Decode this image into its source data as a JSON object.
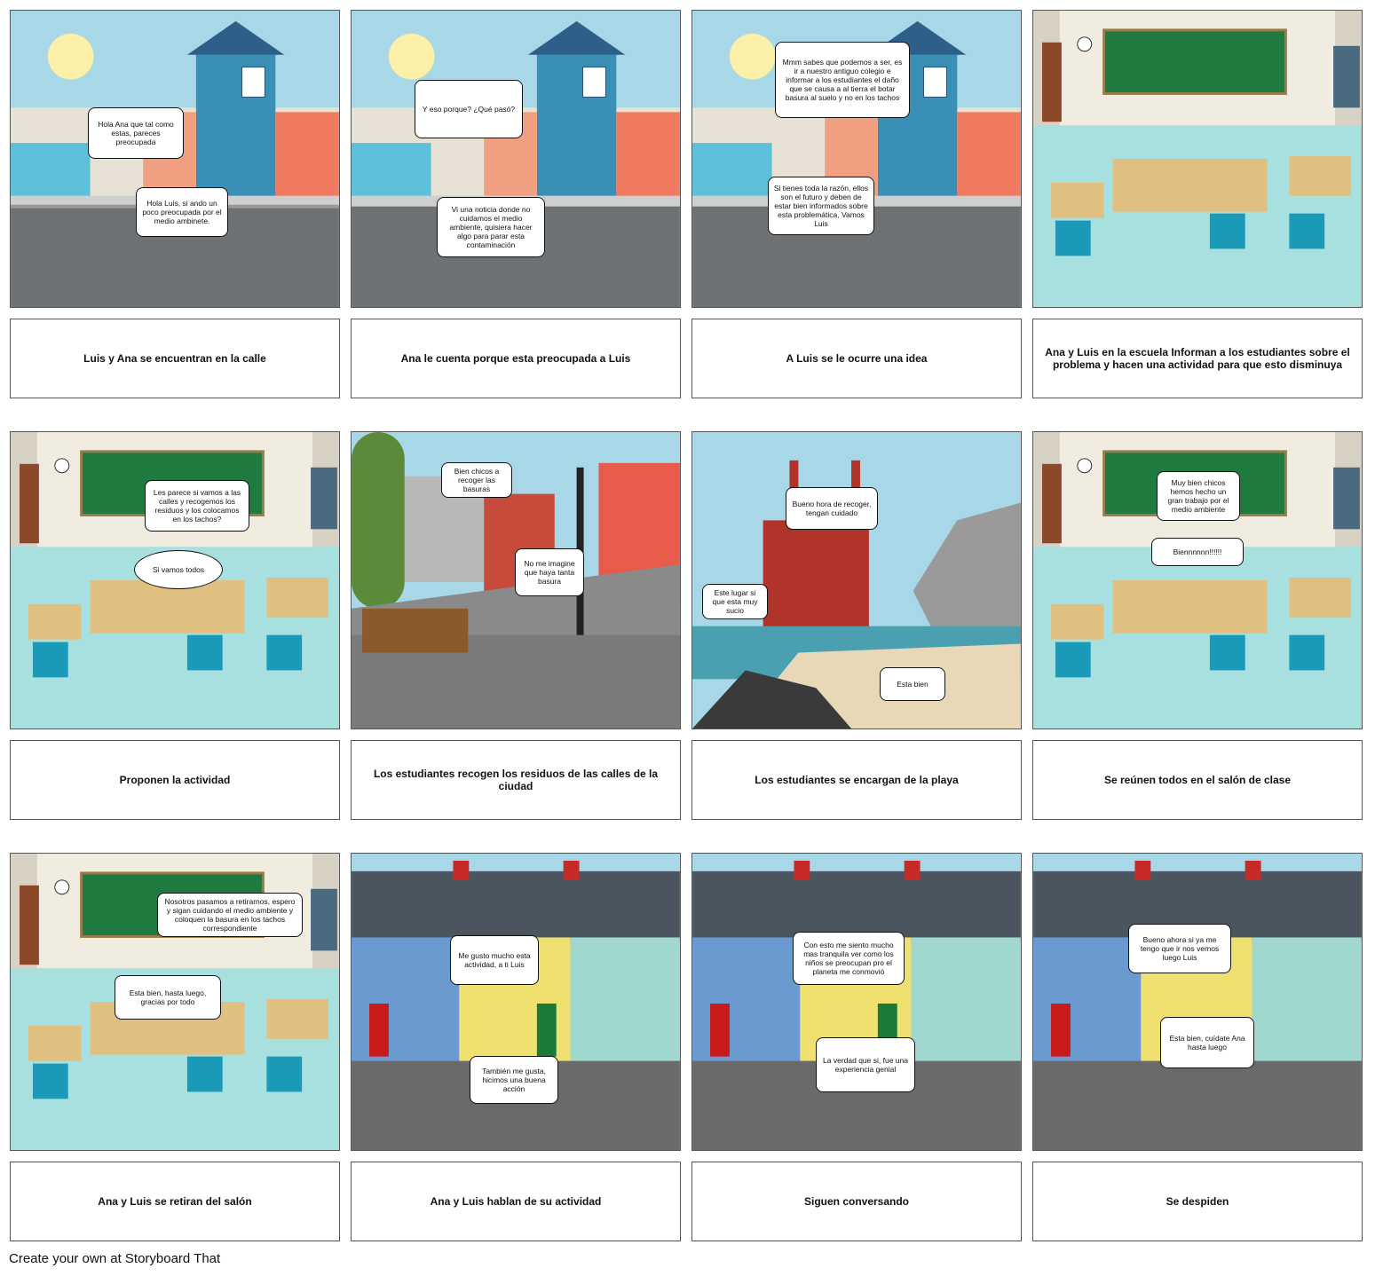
{
  "panels": [
    {
      "scene": "street",
      "caption": "Luis y Ana se encuentran en la calle",
      "bubbles": [
        "Hola Ana que tal como estas, pareces preocupada",
        "Hola Luis, si ando un poco preocupada por el medio ambinete."
      ]
    },
    {
      "scene": "street",
      "caption": "Ana le cuenta porque esta preocupada a Luis",
      "bubbles": [
        "Y eso porque? ¿Qué pasó?",
        "Vi una noticia donde no cuidamos el medio ambiente, quisiera hacer algo para parar esta contaminación"
      ]
    },
    {
      "scene": "street",
      "caption": "A Luis se le ocurre una idea",
      "bubbles": [
        "Mmm sabes que podemos a ser, es ir a nuestro antiguo colegio e informar a los estudiantes el daño que se causa a al tierra el botar basura al suelo y no en los tachos",
        "Si tienes toda la razón, ellos son el futuro y deben de estar bien informados sobre esta problemática, Vamos Luis"
      ]
    },
    {
      "scene": "classroom",
      "caption": "Ana y Luis en la escuela Informan a los estudiantes sobre el problema y hacen una actividad para que esto disminuya",
      "bubbles": []
    },
    {
      "scene": "classroom",
      "caption": "Proponen la actividad",
      "bubbles": [
        "Les parece si vamos a las calles y recogemos los residuos y los colocamos en los tachos?",
        "Si vamos todos"
      ]
    },
    {
      "scene": "park",
      "caption": "Los estudiantes recogen los residuos de las calles de la ciudad",
      "bubbles": [
        "Bien chicos a recoger las basuras",
        "No me imagine que haya tanta basura"
      ]
    },
    {
      "scene": "beach",
      "caption": "Los estudiantes se encargan de la playa",
      "bubbles": [
        "Bueno hora de recoger, tengan cuidado",
        "Este lugar si que esta muy sucio",
        "Esta bien"
      ]
    },
    {
      "scene": "classroom",
      "caption": "Se reúnen todos en el salón de clase",
      "bubbles": [
        "Muy bien chicos hemos hecho un gran trabajo por el medio ambiente",
        "Biennnnnn!!!!!!"
      ]
    },
    {
      "scene": "classroom",
      "caption": "Ana y Luis se retiran del salón",
      "bubbles": [
        "Nosotros pasamos a retirarnos, espero y sigan cuidando el medio ambiente y coloquen la basura en los tachos correspondiente",
        "Esta bien, hasta luego, gracias por todo"
      ]
    },
    {
      "scene": "houses",
      "caption": "Ana y Luis hablan de su actividad",
      "bubbles": [
        "Me gusto mucho esta actividad, a ti Luis",
        "También me gusta, hicimos una buena acción"
      ]
    },
    {
      "scene": "houses",
      "caption": "Siguen conversando",
      "bubbles": [
        "Con esto me siento mucho mas tranquila ver como los niños se preocupan pro el planeta me conmovió",
        "La verdad que si, fue una experiencia genial"
      ]
    },
    {
      "scene": "houses",
      "caption": "Se despiden",
      "bubbles": [
        "Bueno ahora si ya me tengo que ir nos vemos luego Luis",
        "Esta bien, cuídate Ana hasta luego"
      ]
    }
  ],
  "footer": "Create your own at Storyboard That"
}
